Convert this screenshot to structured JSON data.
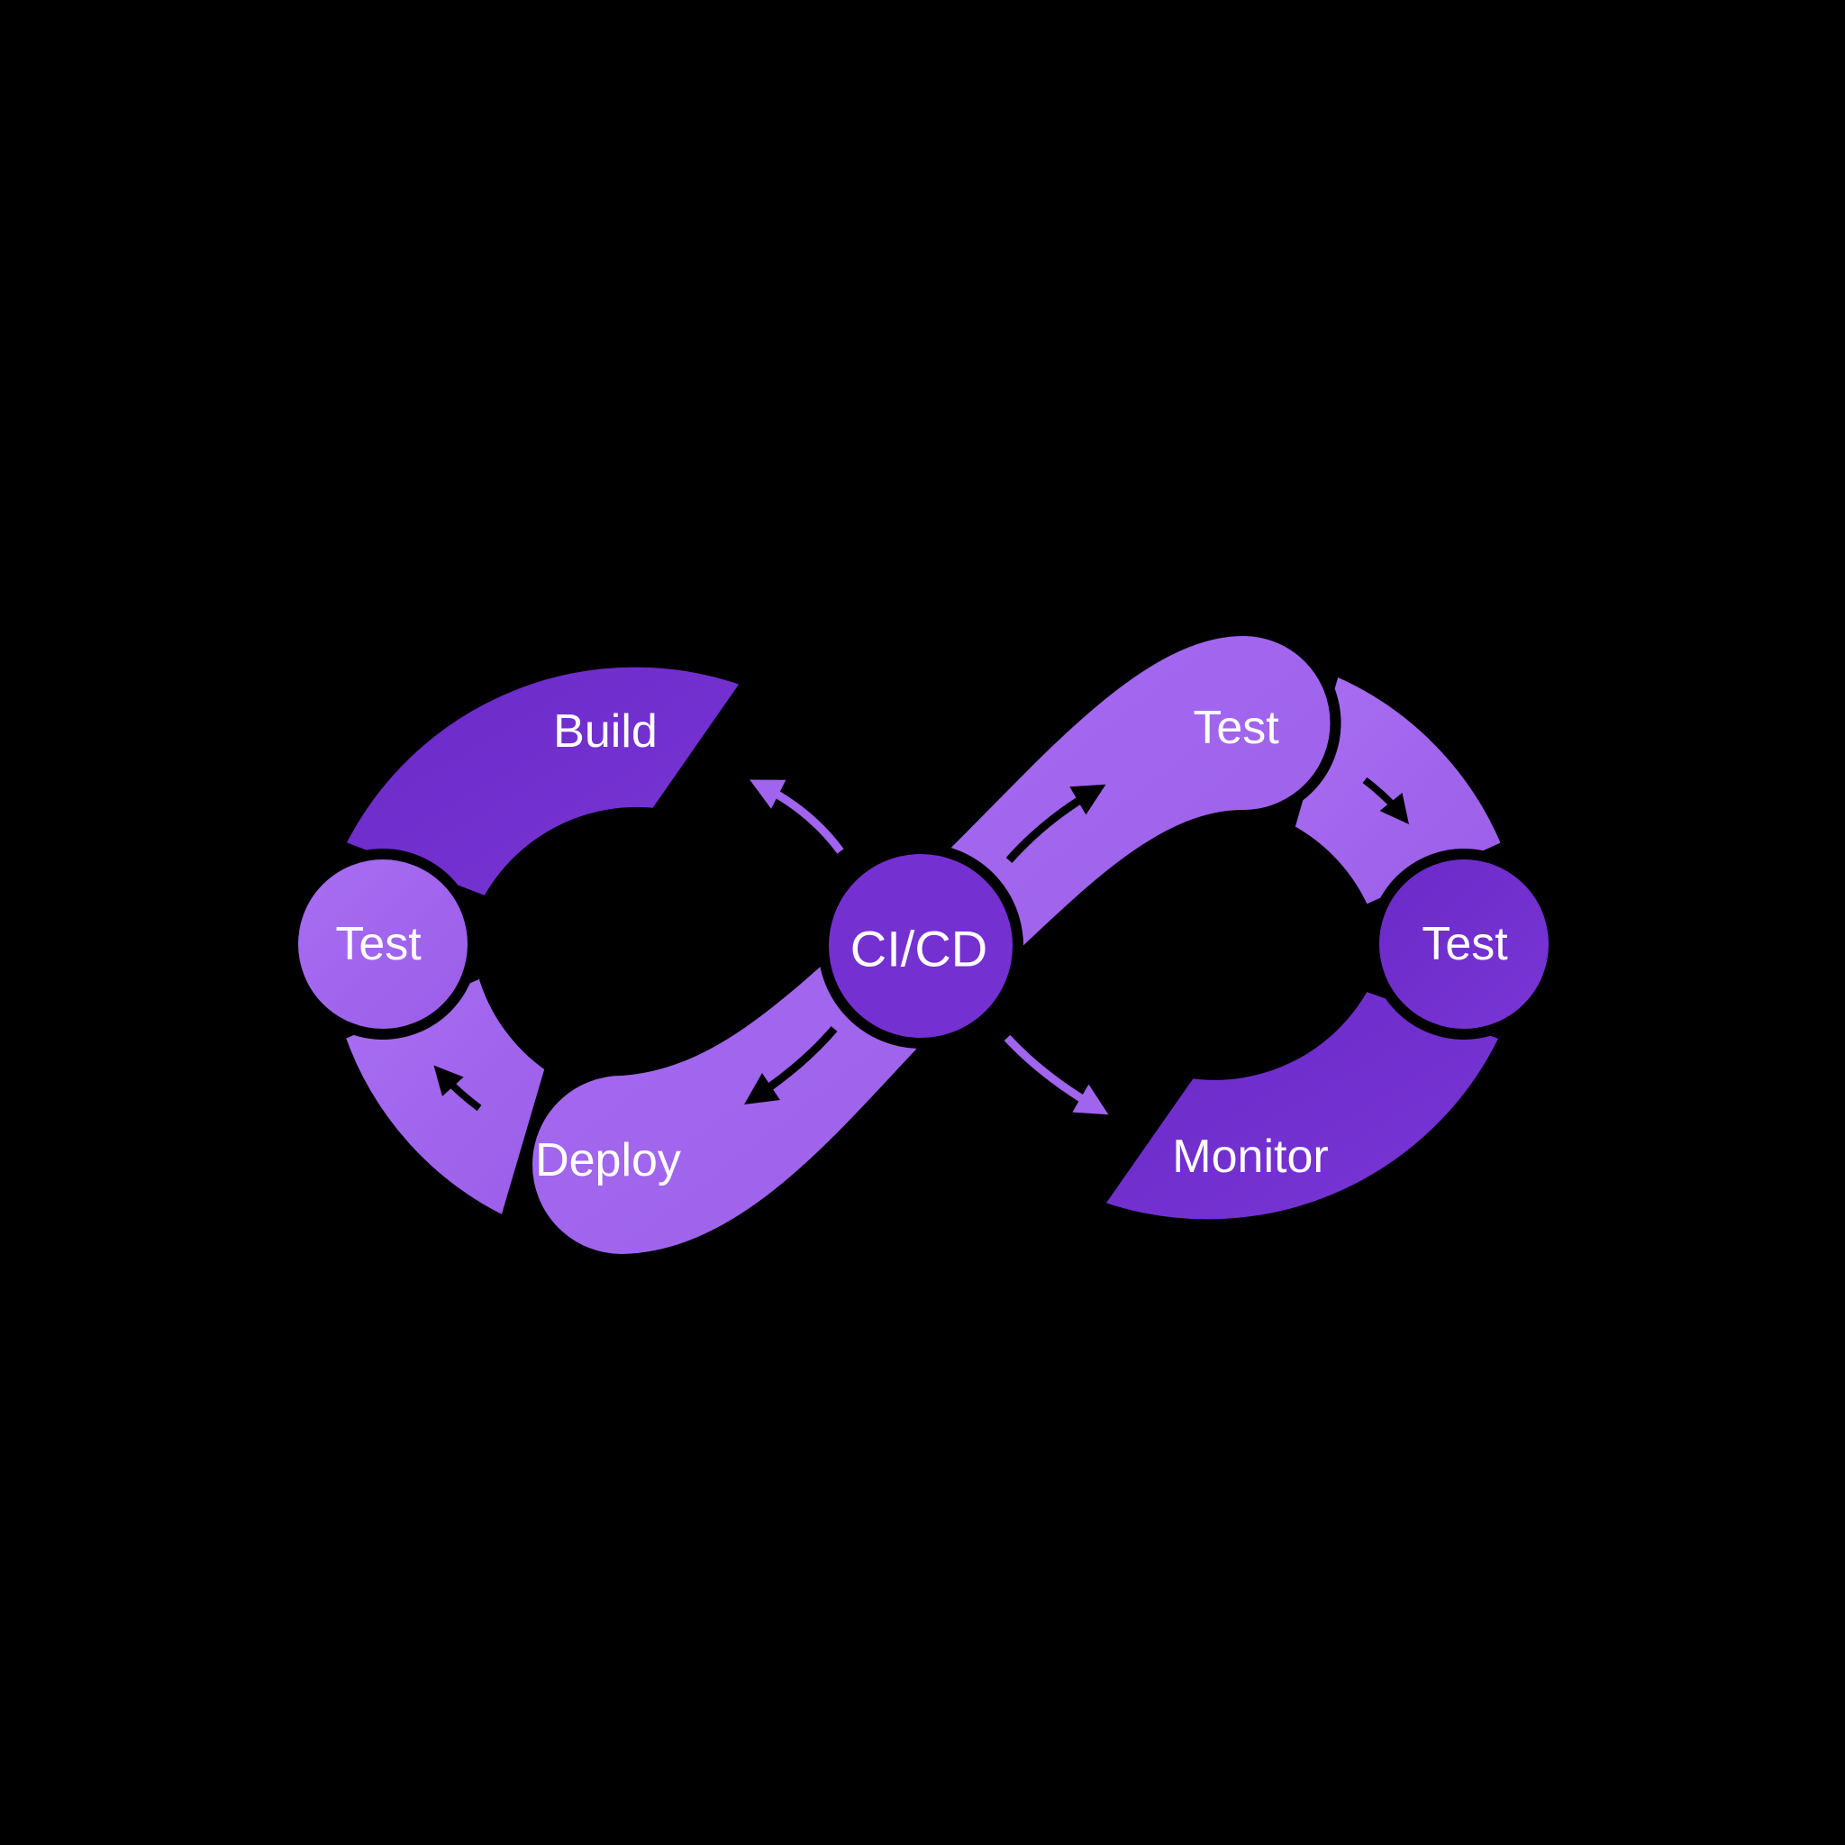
{
  "diagram": {
    "center": {
      "label": "CI/CD"
    },
    "stages": {
      "build": "Build",
      "test_left": "Test",
      "deploy": "Deploy",
      "test_top_right": "Test",
      "test_right": "Test",
      "monitor": "Monitor"
    }
  },
  "colors": {
    "background": "#000000",
    "purple_dark": "#7530D2",
    "purple_light": "#A064EE",
    "outline": "#000000",
    "text": "#FFFFFF"
  },
  "icons": [
    "arrow-icon"
  ]
}
